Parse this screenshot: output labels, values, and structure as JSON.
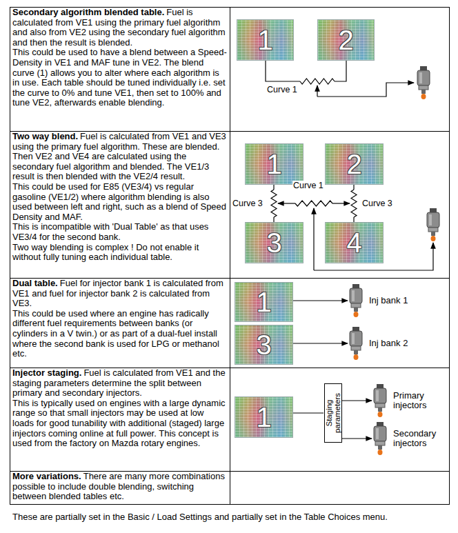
{
  "diagram": {
    "caption": "These are partially set in the Basic / Load Settings and partially set in the Table Choices menu.",
    "nodes": [
      {
        "text": [
          "Secondary algorithm blended table.",
          "Fuel is calculated from VE1 using the primary fuel algorithm and also from VE2 using the secondary fuel algorithm and then the result is blended.",
          "This could be used to have a blend between a Speed-Density in VE1 and MAF tune in VE2. The blend curve (1) allows you to alter where each algorithm is in use. Each table should be tuned individually i.e. set the curve to 0% and tune VE1, then set to 100% and tune VE2, afterwards enable blending."
        ]
      },
      {
        "text": [
          "1"
        ]
      },
      {
        "text": [
          "2"
        ]
      },
      {
        "text": [
          "Two way blend.",
          "Fuel is calculated from VE1 and VE3 using the primary fuel algorithm. These are blended. Then VE2 and VE4 are calculated using the secondary fuel algorithm and blended. The VE1/3 result is then blended with the VE2/4 result.",
          "This could be used for E85 (VE3/4) vs regular gasoline (VE1/2) where algorithm blending is also used between left and right, such as a blend of Speed Density and MAF.",
          "This is incompatible with 'Dual Table' as that uses VE3/4 for the second bank.",
          "Two way blending is complex ! Do not enable it without fully tuning each individual table."
        ]
      },
      {
        "text": [
          "1"
        ]
      },
      {
        "text": [
          "2"
        ]
      },
      {
        "text": [
          "3"
        ]
      },
      {
        "text": [
          "4"
        ]
      },
      {
        "text": [
          "Dual table.",
          "Fuel for injector bank 1 is calculated from VE1 and fuel for injector bank 2 is calculated from VE3.",
          "This could be used where an engine has radically different fuel requirements between banks (or cylinders in a V twin.) or as part of a dual-fuel install where the second bank is used for LPG or methanol etc."
        ]
      },
      {
        "text": [
          "1"
        ]
      },
      {
        "text": [
          "Inj bank 1"
        ]
      },
      {
        "text": [
          "3"
        ]
      },
      {
        "text": [
          "Inj bank 2"
        ]
      },
      {
        "text": [
          "Injector staging.",
          "Fuel is calculated from VE1 and the staging parameters determine the split between primary and secondary injectors.",
          "This is typically used on engines with a large dynamic range so that small injectors may be used at low loads for good tunability with additional (staged) large injectors coming online at full power. This concept is used from the factory on Mazda rotary engines."
        ]
      },
      {
        "text": [
          "1"
        ]
      },
      {
        "text": [
          "Staging parameters"
        ]
      },
      {
        "text": [
          "Primary injectors"
        ]
      },
      {
        "text": [
          "Secondary injectors"
        ]
      },
      {
        "text": [
          "More variations.",
          "There are many more combinations possible to include double blending, switching between blended tables etc."
        ]
      }
    ],
    "edges": [
      {
        "from": 9,
        "to": 10,
        "arrow": "to"
      },
      {
        "from": 11,
        "to": 12,
        "arrow": "to"
      },
      {
        "from": 14,
        "to": 15,
        "arrow": "none"
      },
      {
        "from": 15,
        "to": 16,
        "arrow": "to"
      },
      {
        "from": 15,
        "to": 17,
        "arrow": "to"
      }
    ],
    "labels": [
      "Curve 1",
      "Curve 3",
      "Curve 1",
      "Curve 3"
    ]
  }
}
